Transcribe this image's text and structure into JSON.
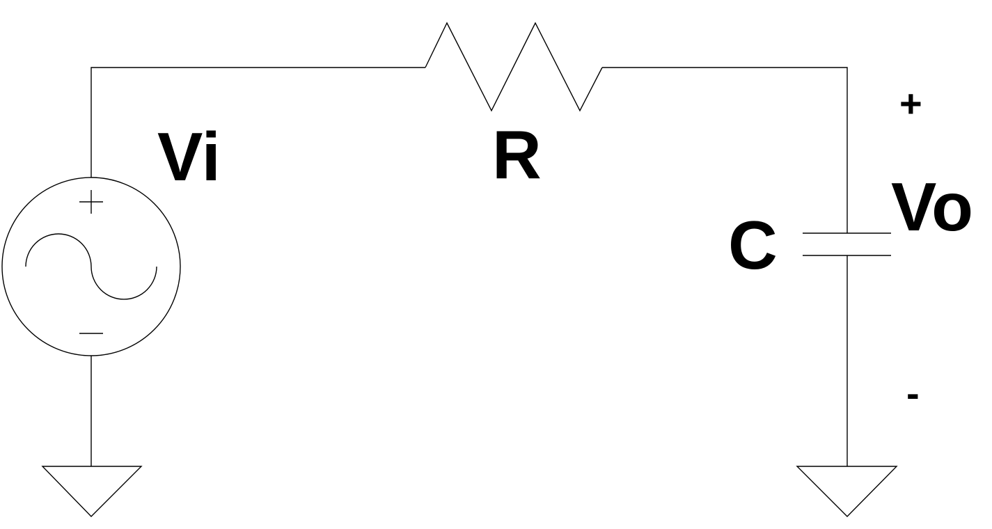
{
  "diagram": {
    "type": "RC low-pass filter circuit schematic",
    "colors": {
      "background": "#ffffff",
      "stroke": "#000000",
      "text": "#000000"
    },
    "labels": {
      "source": "Vi",
      "resistor": "R",
      "capacitor": "C",
      "output": "Vo",
      "output_plus": "+",
      "output_minus": "-"
    },
    "components": [
      {
        "kind": "ac-voltage-source",
        "label_key": "source"
      },
      {
        "kind": "resistor",
        "label_key": "resistor"
      },
      {
        "kind": "capacitor",
        "label_key": "capacitor"
      },
      {
        "kind": "ground"
      },
      {
        "kind": "ground"
      }
    ],
    "icons": [
      "ac-source-icon",
      "resistor-icon",
      "capacitor-icon",
      "ground-icon"
    ]
  }
}
